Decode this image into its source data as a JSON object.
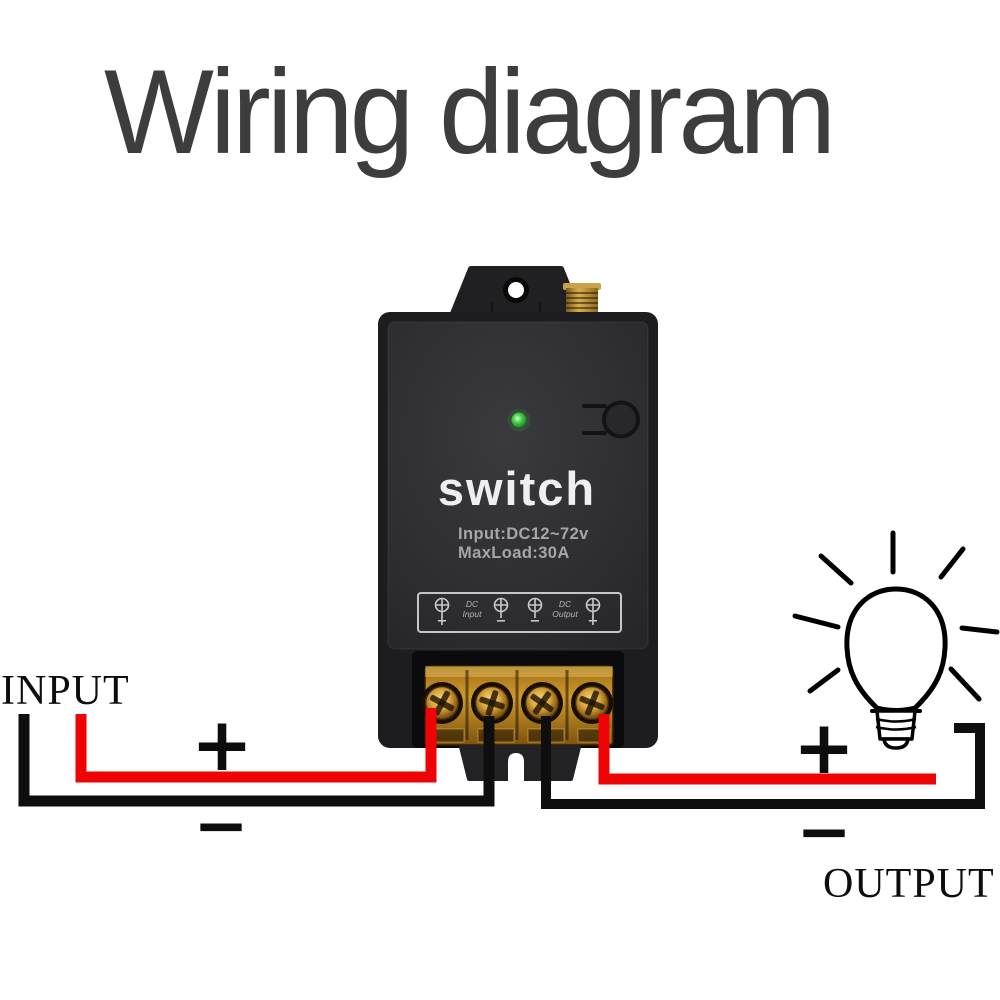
{
  "title": "Wiring diagram",
  "device": {
    "product_label": "switch",
    "spec_lines": [
      "Input:DC12~72v",
      "MaxLoad:30A"
    ],
    "panel": {
      "terminals": [
        {
          "sign": "+"
        },
        {
          "sign": "−"
        },
        {
          "sign": "−"
        },
        {
          "sign": "+"
        }
      ],
      "groups": [
        {
          "line1": "DC",
          "line2": "Input"
        },
        {
          "line1": "DC",
          "line2": "Output"
        }
      ]
    }
  },
  "input": {
    "label": "INPUT",
    "positive": "+",
    "negative": "−"
  },
  "output": {
    "label": "OUTPUT",
    "positive": "+",
    "negative": "−"
  },
  "colors": {
    "positive_wire": "#ee0404",
    "negative_wire": "#0e0e0e",
    "led_green": "#37c23c",
    "brass": "#c79a3a",
    "device_body": "#2b2b2e",
    "title_text": "#3d3d3d"
  }
}
